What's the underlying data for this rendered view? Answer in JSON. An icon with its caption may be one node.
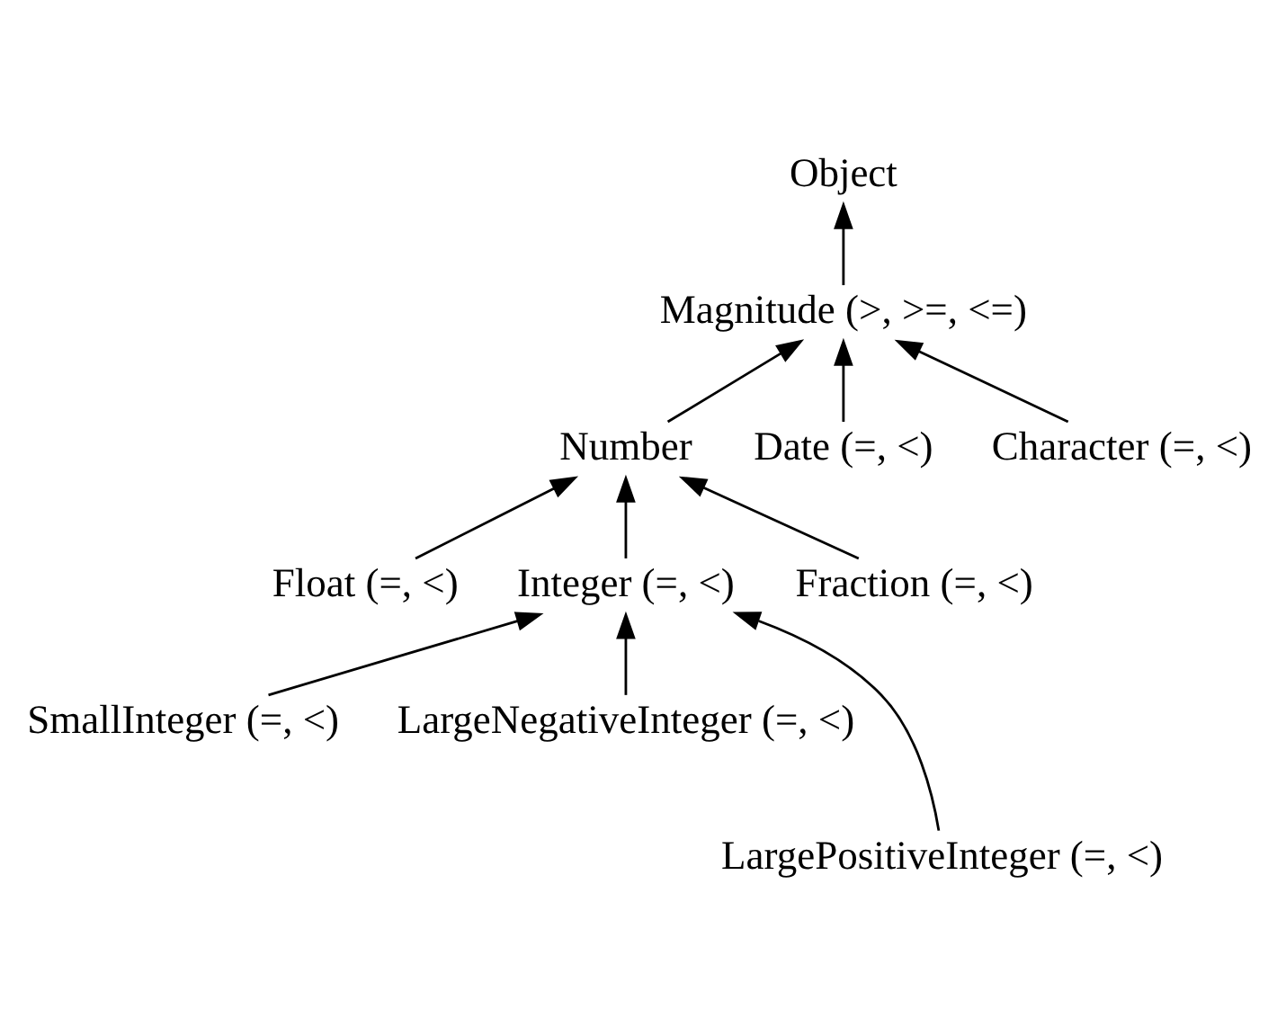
{
  "diagram": {
    "nodes": [
      {
        "text": [
          "Object"
        ]
      },
      {
        "text": [
          "Magnitude (>, >=, <=)"
        ]
      },
      {
        "text": [
          "Number"
        ]
      },
      {
        "text": [
          "Date (=, <)"
        ]
      },
      {
        "text": [
          "Character (=, <)"
        ]
      },
      {
        "text": [
          "Float (=, <)"
        ]
      },
      {
        "text": [
          "Integer (=, <)"
        ]
      },
      {
        "text": [
          "Fraction (=, <)"
        ]
      },
      {
        "text": [
          "SmallInteger (=, <)"
        ]
      },
      {
        "text": [
          "LargeNegativeInteger (=, <)"
        ]
      },
      {
        "text": [
          "LargePositiveInteger (=, <)"
        ]
      }
    ],
    "edges": [
      {
        "from": 1,
        "to": 0,
        "arrow": "to"
      },
      {
        "from": 2,
        "to": 1,
        "arrow": "to"
      },
      {
        "from": 3,
        "to": 1,
        "arrow": "to"
      },
      {
        "from": 4,
        "to": 1,
        "arrow": "to"
      },
      {
        "from": 5,
        "to": 2,
        "arrow": "to"
      },
      {
        "from": 6,
        "to": 2,
        "arrow": "to"
      },
      {
        "from": 7,
        "to": 2,
        "arrow": "to"
      },
      {
        "from": 8,
        "to": 6,
        "arrow": "to"
      },
      {
        "from": 9,
        "to": 6,
        "arrow": "to"
      },
      {
        "from": 10,
        "to": 6,
        "arrow": "to"
      }
    ]
  }
}
